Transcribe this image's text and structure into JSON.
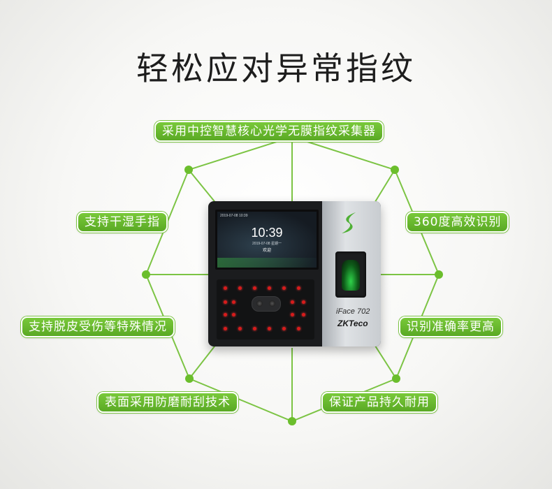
{
  "title": "轻松应对异常指纹",
  "features": {
    "top": "采用中控智慧核心光学无膜指纹采集器",
    "left_upper": "支持干湿手指",
    "left_middle": "支持脱皮受伤等特殊情况",
    "left_lower": "表面采用防磨耐刮技术",
    "right_upper": "360度高效识别",
    "right_middle": "识别准确率更高",
    "right_lower": "保证产品持久耐用"
  },
  "device": {
    "status_line": "2019-07-08  10:39",
    "time": "10:39",
    "date": "2019-07-08  星期一",
    "welcome": "欢迎",
    "model": "iFace 702",
    "brand": "ZKTeco"
  },
  "colors": {
    "accent_green": "#6bbe2c",
    "pill_green": "#5aa924",
    "title_text": "#1d1d1d"
  }
}
